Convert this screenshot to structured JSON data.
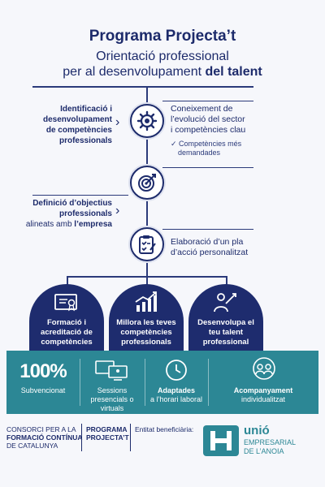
{
  "header": {
    "title": "Programa Projecta’t",
    "subtitle_line1": "Orientació professional",
    "subtitle_line2": "per al desenvolupament",
    "subtitle_bold": "del talent"
  },
  "steps": {
    "step1_left": [
      "Identificació i",
      "desenvolupament",
      "de competències",
      "professionals"
    ],
    "step1_right": [
      "Coneixement de",
      "l’evolució del sector",
      "i competències clau"
    ],
    "step1_note": [
      "✓ Competències més",
      "demandades"
    ],
    "step2_left": [
      "Definició d’objectius",
      "professionals",
      "alineats amb"
    ],
    "step2_left_bold": "l’empresa",
    "step3_right": [
      "Elaboració d’un pla",
      "d’acció personalitzat"
    ]
  },
  "pillars": [
    {
      "label": "Formació i acreditació de competències",
      "icon": "certificate-icon"
    },
    {
      "label": "Millora les teves competències professionals",
      "icon": "growth-chart-icon"
    },
    {
      "label": "Desenvolupa el teu talent professional",
      "icon": "presenter-icon"
    }
  ],
  "band": {
    "percent": "100%",
    "items": [
      {
        "label": "Subvencionat"
      },
      {
        "label": "Sessions presencials o virtuals"
      },
      {
        "label_bold": "Adaptades",
        "label": "a l’horari laboral"
      },
      {
        "label_bold": "Acompanyament",
        "label": "individualitzat"
      }
    ]
  },
  "footer": {
    "org_line1": "CONSORCI PER A LA",
    "org_line2": "FORMACIÓ CONTÍNUA",
    "org_line3": "DE CATALUNYA",
    "prog_line1": "PROGRAMA",
    "prog_line2": "PROJECTA’T",
    "beneficiary": "Entitat beneficiària:",
    "logo_name": "unió",
    "logo_line2": "EMPRESARIAL",
    "logo_line3": "DE L’ANOIA"
  },
  "colors": {
    "navy": "#1d2b6b",
    "teal": "#2c8795",
    "background": "#f6f7fb"
  }
}
